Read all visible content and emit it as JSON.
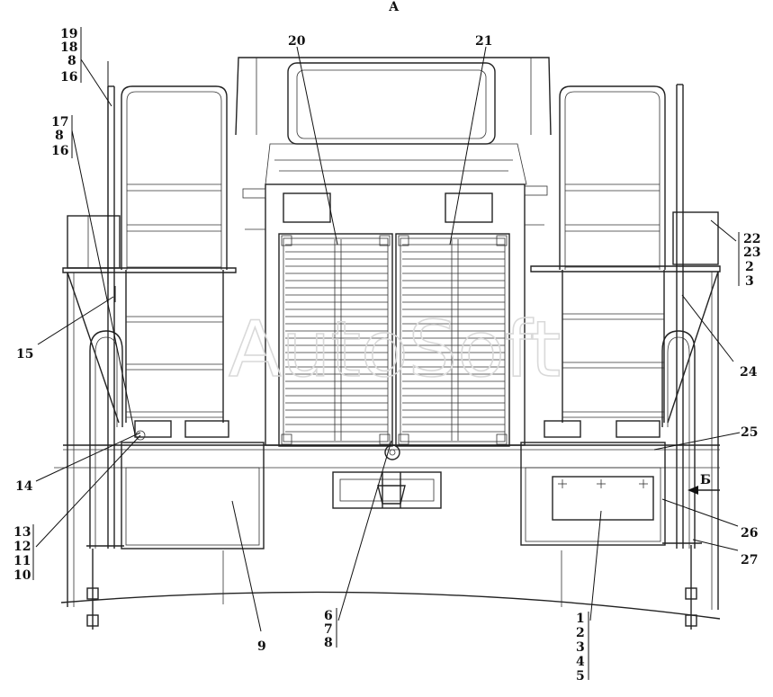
{
  "view_label": "А",
  "watermark": "AutoSoft",
  "arrow_label": "Б",
  "callouts": {
    "c20": "20",
    "c21": "21",
    "c15": "15",
    "c24": "24",
    "c14": "14",
    "c25": "25",
    "c26": "26",
    "c27": "27",
    "c9": "9"
  },
  "stacks": {
    "top_left": [
      "19",
      "18",
      "8",
      "16"
    ],
    "left_2": [
      "17",
      "8",
      "16"
    ],
    "right": [
      "22",
      "23",
      "2",
      "3"
    ],
    "bottom_left": [
      "13",
      "12",
      "11",
      "10"
    ],
    "bottom_center": [
      "6",
      "7",
      "8"
    ],
    "bottom_right": [
      "1",
      "2",
      "3",
      "4",
      "5"
    ]
  }
}
